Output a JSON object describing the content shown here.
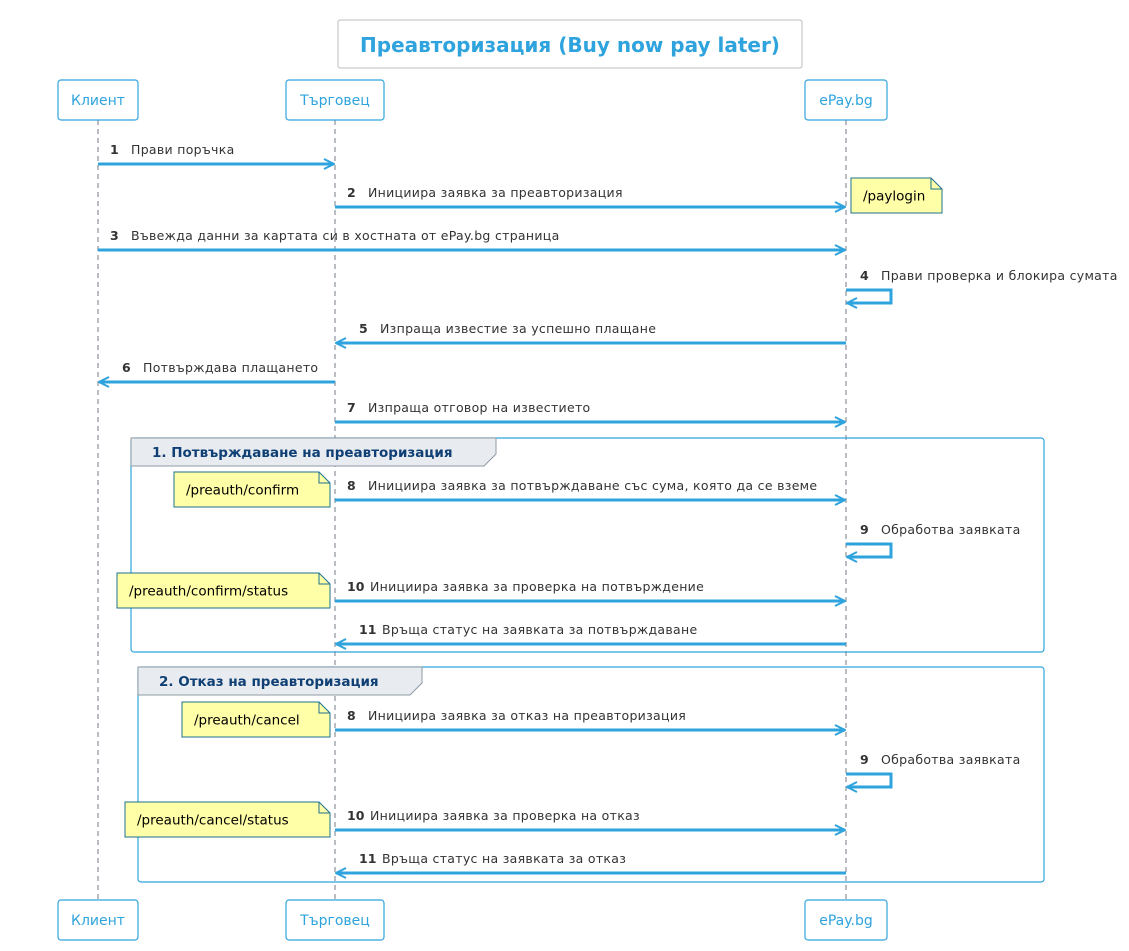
{
  "title": "Преавторизация (Buy now pay later)",
  "participants": [
    {
      "id": "client",
      "label": "Клиент"
    },
    {
      "id": "merchant",
      "label": "Търговец"
    },
    {
      "id": "epay",
      "label": "ePay.bg"
    }
  ],
  "colors": {
    "accent": "#2ea3dd",
    "lifeline": "#b8bec4",
    "note_fill": "#ffffa8",
    "note_border": "#1d7290",
    "group_header": "#e8ecf0",
    "group_title": "#0f3f74"
  },
  "messages": [
    {
      "num": "1",
      "text": "Прави поръчка",
      "from": "client",
      "to": "merchant"
    },
    {
      "num": "2",
      "text": "Инициира заявка за преавторизация",
      "from": "merchant",
      "to": "epay",
      "note": "/paylogin",
      "note_side": "right"
    },
    {
      "num": "3",
      "text": "Въвежда данни за картата си в хостната от ePay.bg страница",
      "from": "client",
      "to": "epay"
    },
    {
      "num": "4",
      "text": "Прави проверка и блокира сумата",
      "from": "epay",
      "to": "epay"
    },
    {
      "num": "5",
      "text": "Изпраща известие за успешно плащане",
      "from": "epay",
      "to": "merchant"
    },
    {
      "num": "6",
      "text": "Потвърждава плащането",
      "from": "merchant",
      "to": "client"
    },
    {
      "num": "7",
      "text": "Изпраща отговор на известието",
      "from": "merchant",
      "to": "epay"
    }
  ],
  "groups": [
    {
      "title": "1. Потвърждаване на преавторизация",
      "messages": [
        {
          "num": "8",
          "text": "Инициира заявка за потвърждаване със сума, която да се вземе",
          "from": "merchant",
          "to": "epay",
          "note": "/preauth/confirm",
          "note_side": "left"
        },
        {
          "num": "9",
          "text": "Обработва заявката",
          "from": "epay",
          "to": "epay"
        },
        {
          "num": "10",
          "text": "Инициира заявка за проверка на потвърждение",
          "from": "merchant",
          "to": "epay",
          "note": "/preauth/confirm/status",
          "note_side": "left"
        },
        {
          "num": "11",
          "text": "Връща статус на заявката за потвърждаване",
          "from": "epay",
          "to": "merchant"
        }
      ]
    },
    {
      "title": "2. Отказ на преавторизация",
      "messages": [
        {
          "num": "8",
          "text": "Инициира заявка за отказ на преавторизация",
          "from": "merchant",
          "to": "epay",
          "note": "/preauth/cancel",
          "note_side": "left"
        },
        {
          "num": "9",
          "text": "Обработва заявката",
          "from": "epay",
          "to": "epay"
        },
        {
          "num": "10",
          "text": "Инициира заявка за проверка на отказ",
          "from": "merchant",
          "to": "epay",
          "note": "/preauth/cancel/status",
          "note_side": "left"
        },
        {
          "num": "11",
          "text": "Връща статус на заявката за отказ",
          "from": "epay",
          "to": "merchant"
        }
      ]
    }
  ]
}
